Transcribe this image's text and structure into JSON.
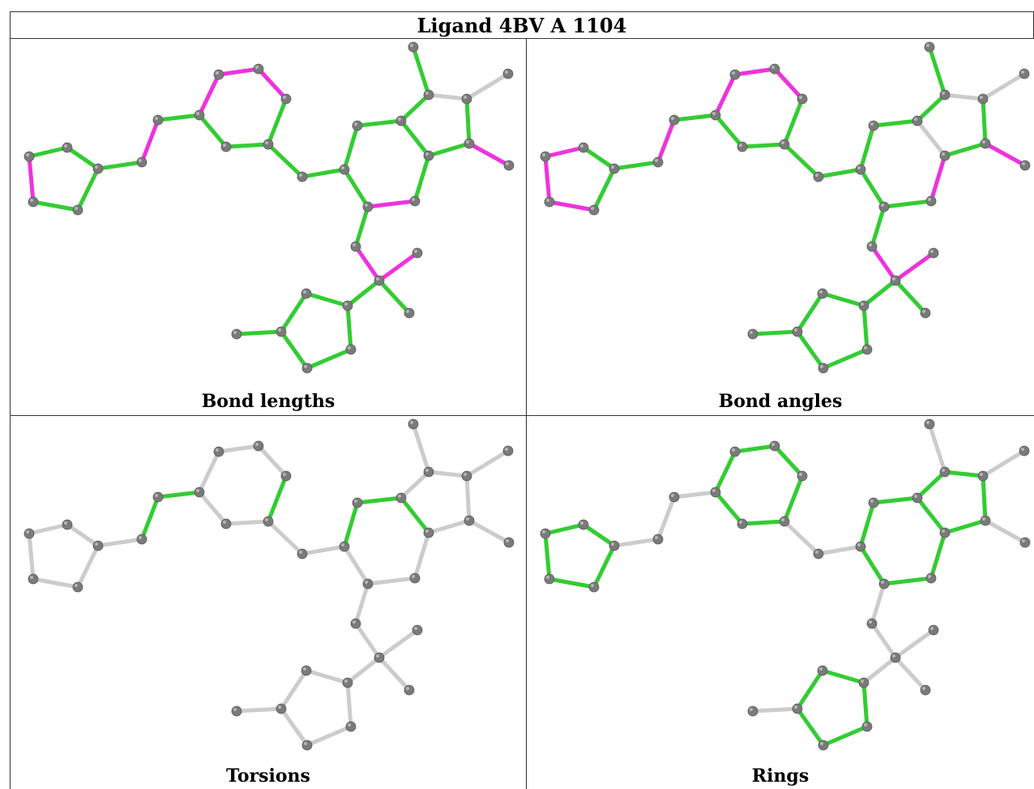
{
  "title": "Ligand 4BV A 1104",
  "colors": {
    "ok": "#33cc33",
    "outlier": "#ee33dd",
    "none": "#cccccc",
    "atom": "#7a7a7a",
    "atom_highlight": "#b5b5b5"
  },
  "panels": [
    {
      "caption": "Bond lengths",
      "outlier_bonds": [
        [
          0,
          4
        ],
        [
          5,
          6
        ],
        [
          7,
          8
        ],
        [
          8,
          9
        ],
        [
          9,
          10
        ],
        [
          9,
          11
        ],
        [
          10,
          12
        ],
        [
          12,
          13
        ],
        [
          12,
          14
        ],
        [
          13,
          15
        ],
        [
          18,
          19
        ],
        [
          19,
          20
        ],
        [
          22,
          23
        ],
        [
          23,
          24
        ],
        [
          23,
          25
        ],
        [
          25,
          26
        ],
        [
          26,
          27
        ],
        [
          27,
          28
        ]
      ],
      "gray_bonds": [
        [
          19,
          22
        ],
        [
          21,
          22
        ],
        [
          20,
          21
        ]
      ]
    },
    {
      "caption": "Bond angles",
      "outlier_bonds": [
        [
          0,
          1
        ],
        [
          0,
          4
        ],
        [
          3,
          4
        ],
        [
          5,
          6
        ],
        [
          7,
          8
        ],
        [
          8,
          9
        ],
        [
          9,
          10
        ],
        [
          9,
          11
        ],
        [
          10,
          12
        ],
        [
          12,
          13
        ],
        [
          13,
          15
        ],
        [
          17,
          18
        ],
        [
          23,
          24
        ],
        [
          23,
          25
        ],
        [
          24,
          26
        ],
        [
          26,
          27
        ],
        [
          27,
          28
        ],
        [
          28,
          29
        ],
        [
          29,
          30
        ],
        [
          29,
          31
        ],
        [
          30,
          32
        ]
      ],
      "gray_bonds": [
        [
          19,
          20
        ],
        [
          19,
          22
        ],
        [
          21,
          22
        ],
        [
          20,
          21
        ],
        [
          16,
          17
        ]
      ]
    },
    {
      "caption": "Torsions",
      "ok_bonds": [
        [
          5,
          6
        ],
        [
          6,
          7
        ],
        [
          16,
          17
        ],
        [
          10,
          11
        ],
        [
          14,
          15
        ],
        [
          15,
          16
        ]
      ],
      "gray_all_else": true
    },
    {
      "caption": "Rings",
      "ring_bonds_green": true
    }
  ]
}
